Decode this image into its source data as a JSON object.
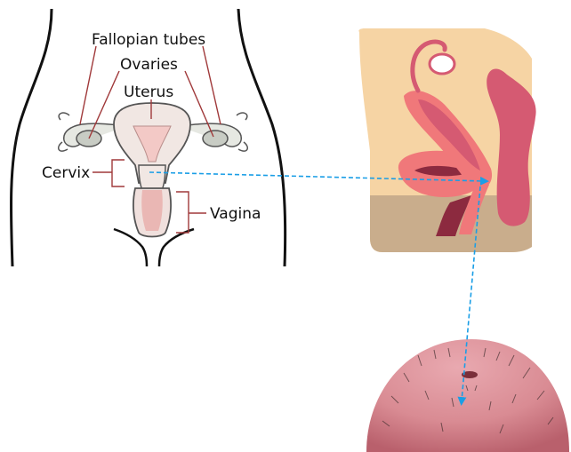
{
  "labels": {
    "fallopian_tubes": "Fallopian tubes",
    "ovaries": "Ovaries",
    "uterus": "Uterus",
    "cervix": "Cervix",
    "vagina": "Vagina"
  },
  "colors": {
    "leader_line": "#a0393a",
    "arrow": "#1a9ee6",
    "body_outline": "#111111",
    "organ_pink": "#f2d7d5",
    "organ_inner": "#e8b7b4",
    "ovary_gray": "#c8ccc4",
    "tan_background": "#f6d4a4",
    "tan_dark": "#c9ad8c",
    "coral": "#f0787a",
    "rose": "#d55a72",
    "dark_rose": "#8c2a3f",
    "cervix_pink": "#d98b93"
  }
}
